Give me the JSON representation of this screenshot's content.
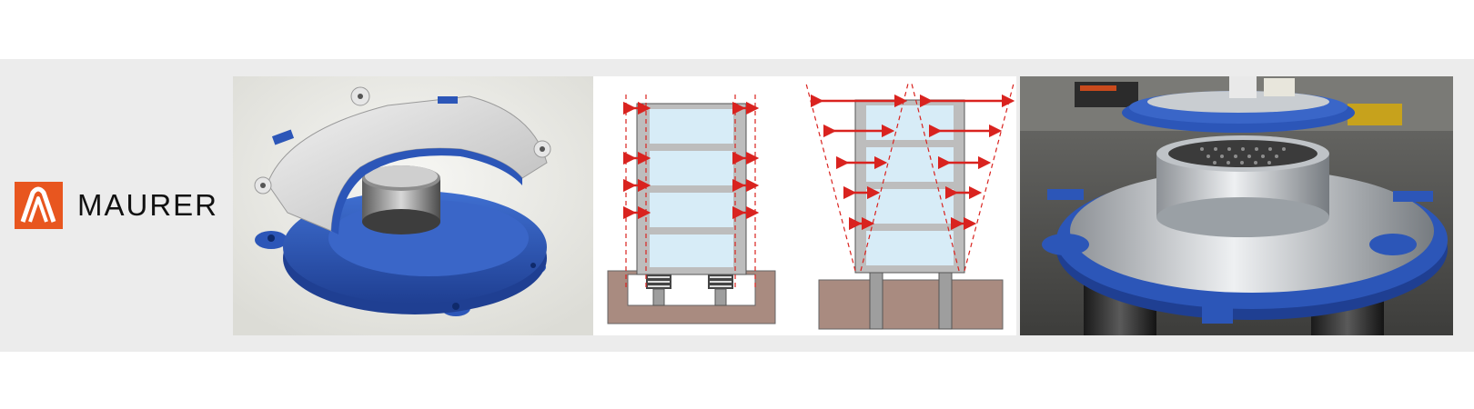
{
  "brand": {
    "name": "MAURER",
    "color": "#e8561f"
  },
  "panels": [
    {
      "name": "rendering",
      "icon": "isolator-cutaway-render"
    },
    {
      "name": "diagram-isolated-building",
      "icon": "isolated-building-diagram"
    },
    {
      "name": "diagram-fixed-base-building",
      "icon": "fixed-base-building-diagram"
    },
    {
      "name": "photo",
      "icon": "isolator-bearing-photo"
    }
  ],
  "colors": {
    "banner": "#ececec",
    "bearing_blue": "#2c56b8",
    "arrow_red": "#d9231f",
    "ground": "#a98b80",
    "glass": "#d7ecf7"
  }
}
